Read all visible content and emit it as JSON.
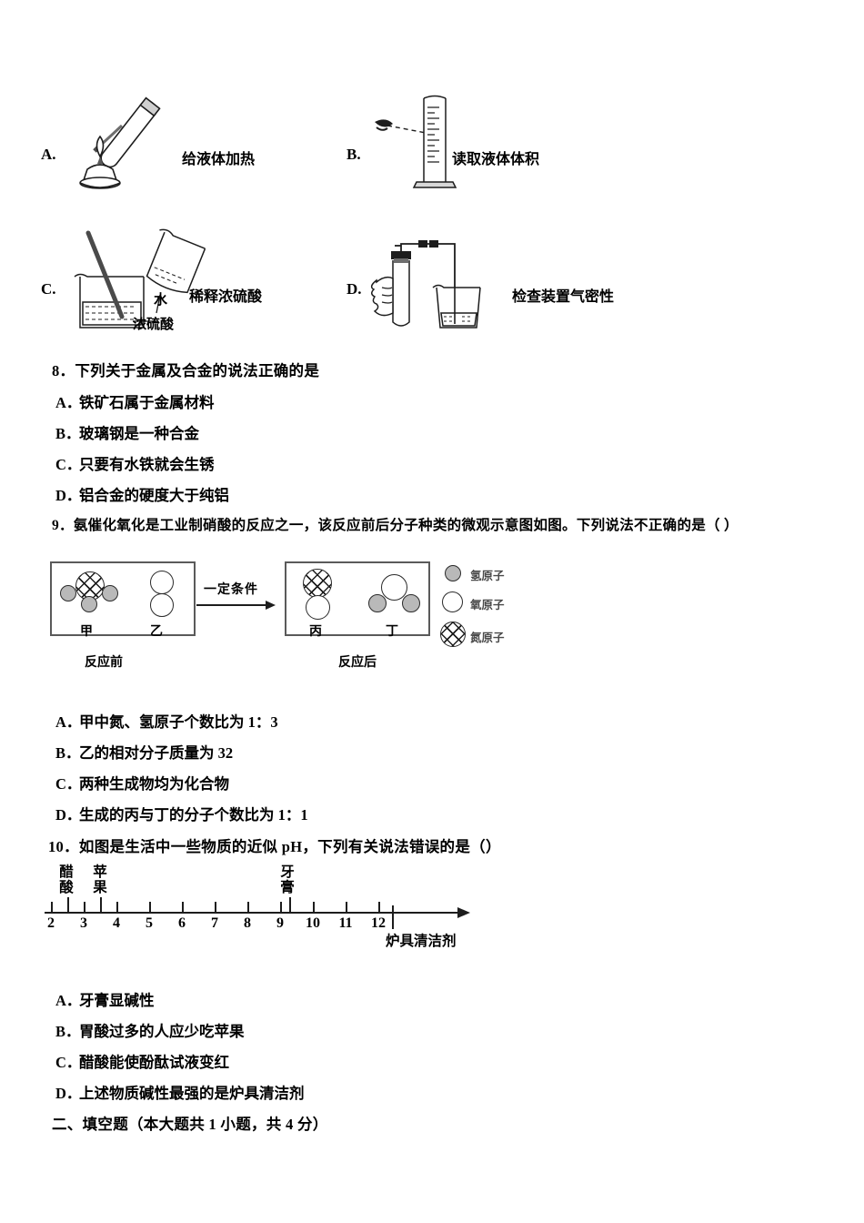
{
  "q7_options": [
    {
      "label": "A.",
      "caption": "给液体加热",
      "figure": "alcohol-lamp-heating-test-tube"
    },
    {
      "label": "B.",
      "caption": "读取液体体积",
      "figure": "eye-reading-graduated-cylinder"
    },
    {
      "label": "C.",
      "caption": "稀释浓硫酸",
      "figure": "diluting-concentrated-sulfuric-acid",
      "inline_labels": [
        "水",
        "浓硫酸"
      ]
    },
    {
      "label": "D.",
      "caption": "检查装置气密性",
      "figure": "airtightness-check-test-tube-beaker"
    }
  ],
  "question8": {
    "number": "8．",
    "stem": "下列关于金属及合金的说法正确的是",
    "options": [
      {
        "label": "A．",
        "text": "铁矿石属于金属材料"
      },
      {
        "label": "B．",
        "text": "玻璃钢是一种合金"
      },
      {
        "label": "C．",
        "text": "只要有水铁就会生锈"
      },
      {
        "label": "D．",
        "text": "铝合金的硬度大于纯铝"
      }
    ]
  },
  "question9": {
    "number": "9．",
    "stem": "氨催化氧化是工业制硝酸的反应之一，该反应前后分子种类的微观示意图如图。下列说法不正确的是（      ）",
    "diagram": {
      "before_label": "反应前",
      "after_label": "反应后",
      "condition_label": "一定条件",
      "molecules": [
        {
          "name": "甲",
          "formula": "NH3",
          "side": "before"
        },
        {
          "name": "乙",
          "formula": "O2",
          "side": "before"
        },
        {
          "name": "丙",
          "formula": "NO",
          "side": "after"
        },
        {
          "name": "丁",
          "formula": "H2O",
          "side": "after"
        }
      ],
      "legend": [
        {
          "atom": "氢原子",
          "style": "gray-small"
        },
        {
          "atom": "氧原子",
          "style": "white-circle"
        },
        {
          "atom": "氮原子",
          "style": "crosshatched"
        }
      ]
    },
    "options": [
      {
        "label": "A．",
        "text": "甲中氮、氢原子个数比为 1：3"
      },
      {
        "label": "B．",
        "text": "乙的相对分子质量为 32"
      },
      {
        "label": "C．",
        "text": "两种生成物均为化合物"
      },
      {
        "label": "D．",
        "text": "生成的丙与丁的分子个数比为 1：1"
      }
    ]
  },
  "question10": {
    "number": "10．",
    "stem": "如图是生活中一些物质的近似 pH，下列有关说法错误的是（）",
    "ph_chart": {
      "ticks": [
        "2",
        "3",
        "4",
        "5",
        "6",
        "7",
        "8",
        "9",
        "10",
        "11",
        "12"
      ],
      "axis_min": 2,
      "axis_max": 12,
      "substances": [
        {
          "name": "醋酸",
          "ph": 2.5,
          "orientation": "vertical",
          "position": "above"
        },
        {
          "name": "苹果",
          "ph": 3.4,
          "orientation": "vertical",
          "position": "above"
        },
        {
          "name": "牙膏",
          "ph": 8.4,
          "orientation": "vertical",
          "position": "above"
        },
        {
          "name": "炉具清洁剂",
          "ph": 12.1,
          "orientation": "horizontal",
          "position": "below"
        }
      ]
    },
    "options": [
      {
        "label": "A．",
        "text": "牙膏显碱性"
      },
      {
        "label": "B．",
        "text": "胃酸过多的人应少吃苹果"
      },
      {
        "label": "C．",
        "text": "醋酸能使酚酞试液变红"
      },
      {
        "label": "D．",
        "text": "上述物质碱性最强的是炉具清洁剂"
      }
    ]
  },
  "section_heading": "二、填空题（本大题共 1 小题，共 4 分）"
}
